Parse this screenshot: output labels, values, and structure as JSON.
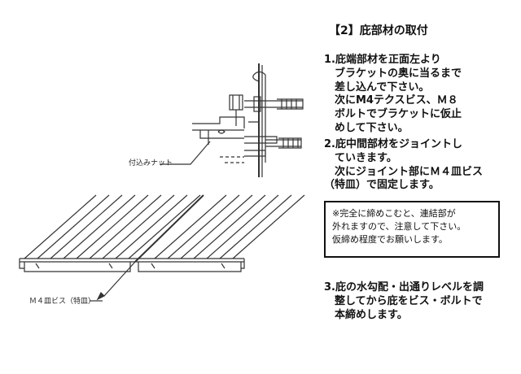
{
  "heading": "【2】庇部材の取付",
  "steps": [
    {
      "lines": [
        "1.庇端部材を正面左より",
        "　ブラケットの奥に当るまで",
        "　差し込んで下さい。",
        "　次にM4テクスビス、Ｍ８",
        "　ボルトでブラケットに仮止",
        "　めして下さい。"
      ]
    },
    {
      "lines": [
        "2.庇中間部材をジョイントし",
        "　ていきます。",
        "　次にジョイント部にＭ４皿ビス",
        "（特皿）で固定します。"
      ]
    },
    {
      "lines": [
        "3.庇の水勾配・出通りレベルを調",
        "　整してから庇をビス・ボルトで",
        "　本締めします。"
      ]
    }
  ],
  "note": {
    "lines": [
      "※完全に締めこむと、連結部が",
      "外れますので、注意して下さい。",
      "仮締め程度でお願いします。"
    ]
  },
  "drawing": {
    "nut_label": "付込みナット",
    "screw_label": "Ｍ４皿ビス（特皿）",
    "line_color": "#333333"
  }
}
